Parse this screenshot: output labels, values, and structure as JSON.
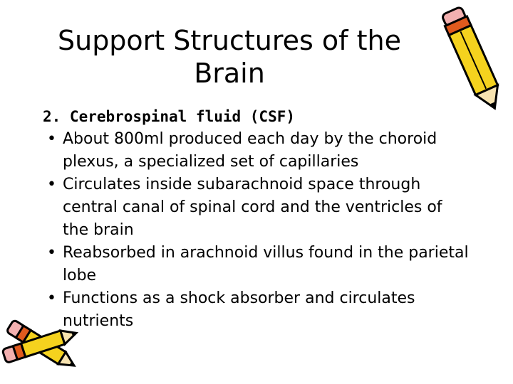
{
  "slide": {
    "title": "Support Structures of the Brain",
    "section_heading": "2. Cerebrospinal fluid (CSF)",
    "bullet_symbol": "•",
    "bullets": [
      "About 800ml produced each day by the choroid plexus, a specialized set of capillaries",
      "Circulates inside subarachnoid space through central canal of spinal cord and the ventricles of the brain",
      "Reabsorbed in arachnoid villus found in the parietal lobe",
      "Functions as a shock absorber and circulates nutrients"
    ]
  },
  "decorations": {
    "top_pencil_icon": "pencil-clipart-icon",
    "bottom_pencil_icon": "crossed-pencils-clipart-icon",
    "pencil_body_color": "#f5d21e",
    "pencil_band_color": "#e05a1e",
    "outline_color": "#000000"
  }
}
